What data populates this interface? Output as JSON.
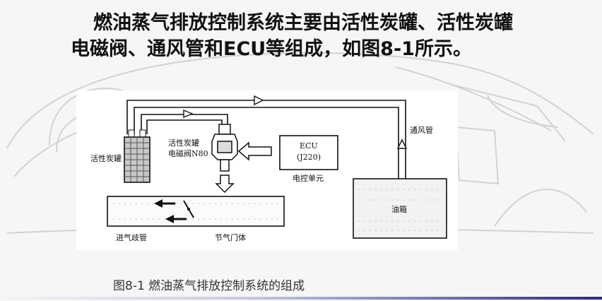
{
  "headline": {
    "line1": "燃油蒸气排放控制系统主要由活性炭罐、活性炭罐",
    "line2": "电磁阀、通风管和ECU等组成，如图8-1所示。"
  },
  "diagram": {
    "canister_label": "活性炭罐",
    "valve_label_1": "活性炭罐",
    "valve_label_2": "电磁阀N80",
    "ecu_label_1": "ECU",
    "ecu_label_2": "(J220)",
    "ecu_caption": "电控单元",
    "vent_pipe_label": "通风管",
    "tank_label": "油箱",
    "intake_manifold_label": "进气歧管",
    "throttle_label": "节气门体"
  },
  "caption": "图8-1  燃油蒸气排放控制系统的组成",
  "colors": {
    "footer_accent": "#2a2e7a",
    "line": "#111111"
  }
}
